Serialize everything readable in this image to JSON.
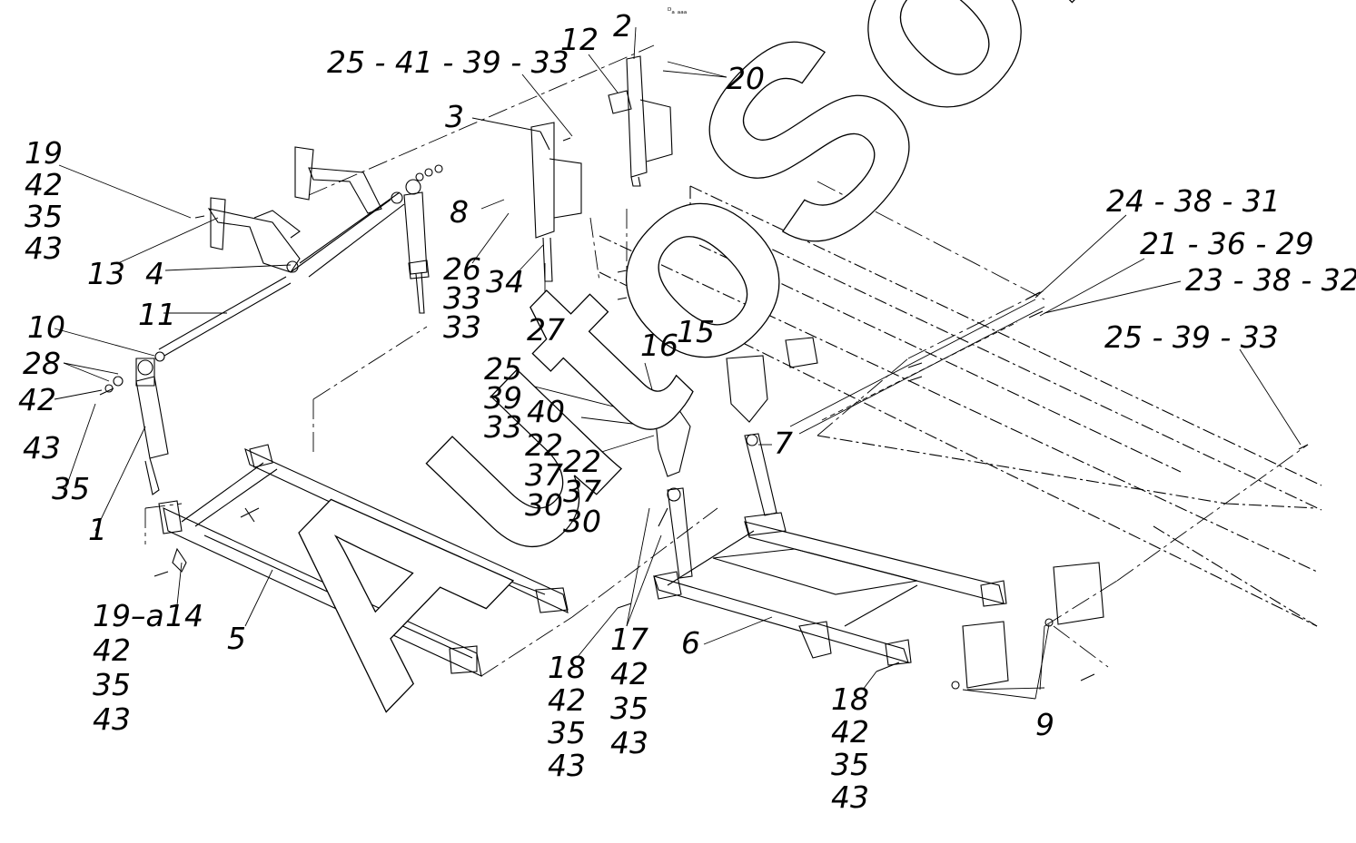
{
  "header": {
    "tiny_caption": "ᴰₐ ₐₐₐ"
  },
  "watermark": "AutoSoft",
  "callouts": [
    {
      "id": "c19",
      "lines": [
        "19",
        "42",
        "35",
        "43"
      ]
    },
    {
      "id": "c13",
      "lines": [
        "13"
      ]
    },
    {
      "id": "c4",
      "lines": [
        "4"
      ]
    },
    {
      "id": "c11",
      "lines": [
        "11"
      ]
    },
    {
      "id": "c10",
      "lines": [
        "10"
      ]
    },
    {
      "id": "c28",
      "lines": [
        "28"
      ]
    },
    {
      "id": "c42",
      "lines": [
        "42"
      ]
    },
    {
      "id": "c43",
      "lines": [
        "43"
      ]
    },
    {
      "id": "c35",
      "lines": [
        "35"
      ]
    },
    {
      "id": "c1",
      "lines": [
        "1"
      ]
    },
    {
      "id": "c19a",
      "lines": [
        "19–a",
        "42",
        "35",
        "43"
      ]
    },
    {
      "id": "c14",
      "lines": [
        "14"
      ]
    },
    {
      "id": "c5",
      "lines": [
        "5"
      ]
    },
    {
      "id": "c25a",
      "lines": [
        "25 - 41 - 39 - 33"
      ]
    },
    {
      "id": "c3",
      "lines": [
        "3"
      ]
    },
    {
      "id": "c8",
      "lines": [
        "8"
      ]
    },
    {
      "id": "c26",
      "lines": [
        "26",
        "33",
        "33"
      ]
    },
    {
      "id": "c34",
      "lines": [
        "34"
      ]
    },
    {
      "id": "c27",
      "lines": [
        "27"
      ]
    },
    {
      "id": "c12",
      "lines": [
        "12"
      ]
    },
    {
      "id": "c2",
      "lines": [
        "2"
      ]
    },
    {
      "id": "c20",
      "lines": [
        "20"
      ]
    },
    {
      "id": "c25b",
      "lines": [
        "25",
        "39",
        "33"
      ]
    },
    {
      "id": "c40",
      "lines": [
        "40"
      ]
    },
    {
      "id": "c22a",
      "lines": [
        "22",
        "37",
        "30"
      ]
    },
    {
      "id": "c22b",
      "lines": [
        "22",
        "37",
        "30"
      ]
    },
    {
      "id": "c16",
      "lines": [
        "16"
      ]
    },
    {
      "id": "c15",
      "lines": [
        "15"
      ]
    },
    {
      "id": "c7",
      "lines": [
        "7"
      ]
    },
    {
      "id": "c17",
      "lines": [
        "17",
        "42",
        "35",
        "43"
      ]
    },
    {
      "id": "c18a",
      "lines": [
        "18",
        "42",
        "35",
        "43"
      ]
    },
    {
      "id": "c6",
      "lines": [
        "6"
      ]
    },
    {
      "id": "c18b",
      "lines": [
        "18",
        "42",
        "35",
        "43"
      ]
    },
    {
      "id": "c9",
      "lines": [
        "9"
      ]
    },
    {
      "id": "c24",
      "lines": [
        "24 - 38 - 31"
      ]
    },
    {
      "id": "c21",
      "lines": [
        "21 - 36 - 29"
      ]
    },
    {
      "id": "c23",
      "lines": [
        "23 - 38 - 32"
      ]
    },
    {
      "id": "c25c",
      "lines": [
        "25 - 39 - 33"
      ]
    }
  ]
}
